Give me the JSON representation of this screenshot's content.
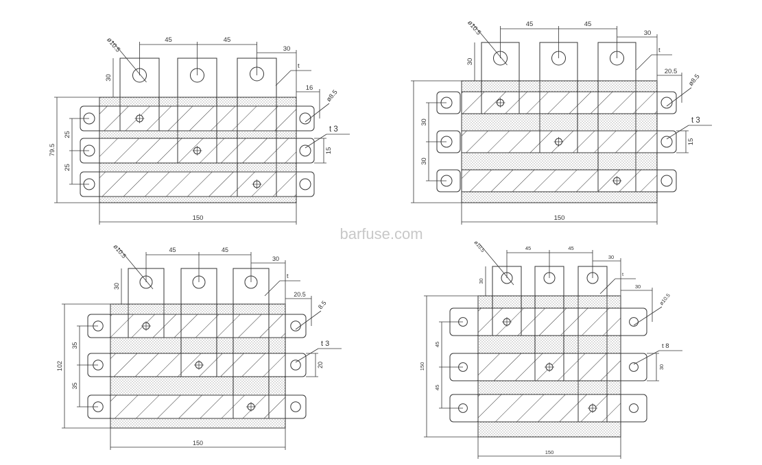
{
  "watermark": "barfuse.com",
  "drawings": [
    {
      "id": "tl",
      "bolt_hole": "ø10.5",
      "pitch_a": "45",
      "pitch_b": "45",
      "tab_height": "30",
      "edge": "30",
      "thickness": "t",
      "side_gap": "16",
      "side_hole": "ø8.5",
      "layer_t": "t  3",
      "rows": [
        "25",
        "25"
      ],
      "overall_height": "79.5",
      "strap_width": "15",
      "overall_width": "150"
    },
    {
      "id": "tr",
      "bolt_hole": "ø10.5",
      "pitch_a": "45",
      "pitch_b": "45",
      "tab_height": "30",
      "edge": "30",
      "thickness": "t",
      "side_gap": "20.5",
      "side_hole": "ø8.5",
      "layer_t": "t  3",
      "rows": [
        "30",
        "30"
      ],
      "overall_height": "",
      "strap_width": "15",
      "overall_width": "150"
    },
    {
      "id": "bl",
      "bolt_hole": "ø10.5",
      "pitch_a": "45",
      "pitch_b": "45",
      "tab_height": "30",
      "edge": "30",
      "thickness": "t",
      "side_gap": "20.5",
      "side_hole": "8.5",
      "layer_t": "t  3",
      "rows": [
        "35",
        "35"
      ],
      "overall_height": "102",
      "strap_width": "20",
      "overall_width": "150"
    },
    {
      "id": "br",
      "bolt_hole": "ø10.5",
      "pitch_a": "45",
      "pitch_b": "45",
      "tab_height": "30",
      "edge": "30",
      "thickness": "t",
      "side_gap": "30",
      "side_hole": "ø10.5",
      "layer_t": "t 8",
      "rows": [
        "45",
        "45"
      ],
      "overall_height": "150",
      "strap_width": "30",
      "overall_width": "150"
    }
  ]
}
